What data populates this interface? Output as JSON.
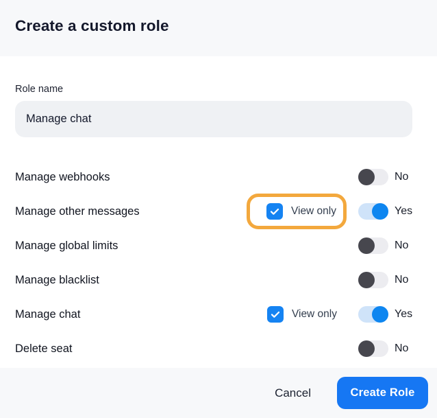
{
  "dialog": {
    "title": "Create a custom role",
    "role_name_label": "Role name",
    "role_name_value": "Manage chat",
    "footer": {
      "cancel_label": "Cancel",
      "create_label": "Create Role"
    }
  },
  "permissions": [
    {
      "label": "Manage webhooks",
      "view_only": null,
      "enabled": false,
      "state_label": "No"
    },
    {
      "label": "Manage other messages",
      "view_only": {
        "label": "View only",
        "checked": true,
        "highlighted": true
      },
      "enabled": true,
      "state_label": "Yes"
    },
    {
      "label": "Manage global limits",
      "view_only": null,
      "enabled": false,
      "state_label": "No"
    },
    {
      "label": "Manage blacklist",
      "view_only": null,
      "enabled": false,
      "state_label": "No"
    },
    {
      "label": "Manage chat",
      "view_only": {
        "label": "View only",
        "checked": true,
        "highlighted": false
      },
      "enabled": true,
      "state_label": "Yes"
    },
    {
      "label": "Delete seat",
      "view_only": null,
      "enabled": false,
      "state_label": "No"
    }
  ],
  "colors": {
    "panel-bg": "#f7f8fa",
    "input-bg": "#eff1f4",
    "text": "#171b26",
    "checkbox-blue": "#1583f2",
    "button-blue": "#1677f3",
    "toggle-on-knob": "#0e86f0",
    "toggle-on-track": "#cfe3f9",
    "toggle-off-knob": "#47474e",
    "toggle-off-track": "#ececf0",
    "highlight": "#f3a83d"
  }
}
